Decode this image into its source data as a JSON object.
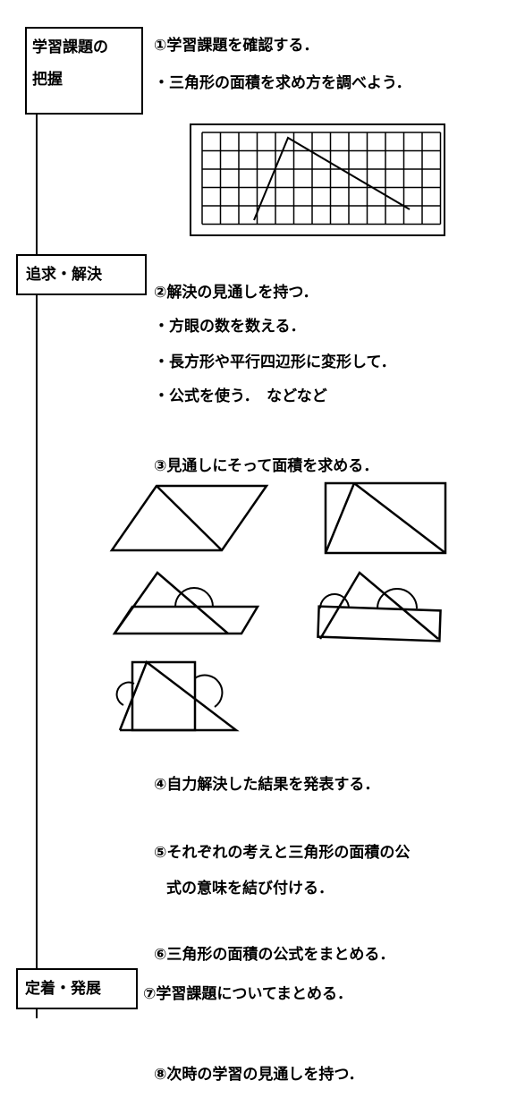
{
  "stages": [
    {
      "line1": "学習課題の",
      "line2": "把握"
    },
    {
      "label": "追求・解決"
    },
    {
      "label": "定着・発展"
    }
  ],
  "steps": {
    "s1": "①学習課題を確認する．",
    "s1_sub": "・三角形の面積を求め方を調べよう．",
    "s2": "②解決の見通しを持つ．",
    "s2_sub1": "・方眼の数を数える．",
    "s2_sub2": "・長方形や平行四辺形に変形して．",
    "s2_sub3": "・公式を使う．　などなど",
    "s3": "③見通しにそって面積を求める．",
    "s4": "④自力解決した結果を発表する．",
    "s5_line1": "⑤それぞれの考えと三角形の面積の公",
    "s5_line2": "式の意味を結び付ける．",
    "s6": "⑥三角形の面積の公式をまとめる．",
    "s7": "⑦学習課題についてまとめる．",
    "s8": "⑧次時の学習の見通しを持つ．"
  },
  "colors": {
    "ink": "#000000",
    "paper": "#ffffff"
  }
}
